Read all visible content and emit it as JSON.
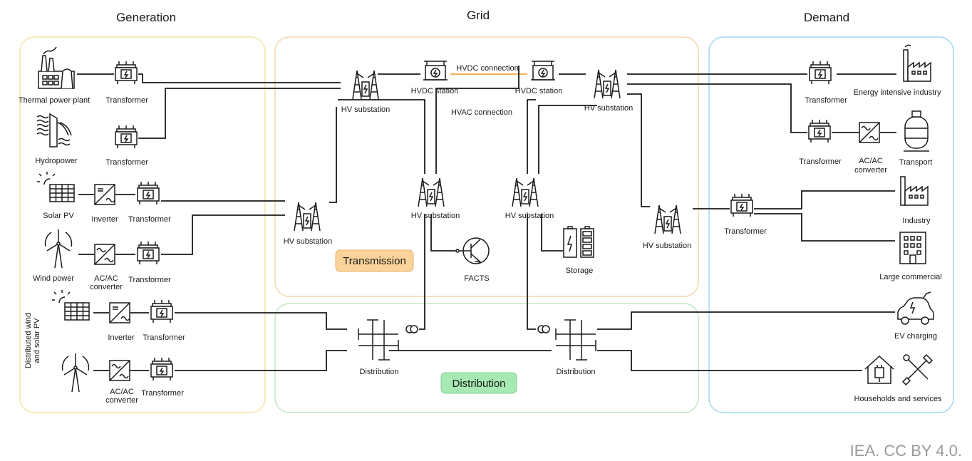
{
  "sections": {
    "generation": "Generation",
    "grid": "Grid",
    "demand": "Demand"
  },
  "tags": {
    "transmission": "Transmission",
    "distribution": "Distribution"
  },
  "generation": {
    "thermal": "Thermal power plant",
    "hydro": "Hydropower",
    "solar": "Solar PV",
    "wind": "Wind power",
    "distributed": [
      "Distributed wind",
      "and solar PV"
    ],
    "transformer": "Transformer",
    "inverter": "Inverter",
    "acac": [
      "AC/AC",
      "converter"
    ]
  },
  "grid": {
    "hv_substation": "HV substation",
    "hvdc_station": "HVDC station",
    "hvdc_connection": "HVDC connection",
    "hvac_connection": "HVAC connection",
    "facts": "FACTS",
    "storage": "Storage",
    "distribution": "Distribution"
  },
  "demand": {
    "energy_intensive": "Energy intensive industry",
    "transport": "Transport",
    "industry": "Industry",
    "large_commercial": "Large commercial",
    "ev_charging": "EV charging",
    "households": "Households and services"
  },
  "credit": "IEA. CC BY 4.0.",
  "colors": {
    "generation_border": "#f2e6a0",
    "grid_border": "#f3d7a8",
    "distribution_border": "#bfe8c8",
    "demand_border": "#9fd9ee",
    "transmission_tag": "#f9d39a",
    "distribution_tag": "#a6e9b3",
    "hvdc_line": "#f0b25a"
  }
}
